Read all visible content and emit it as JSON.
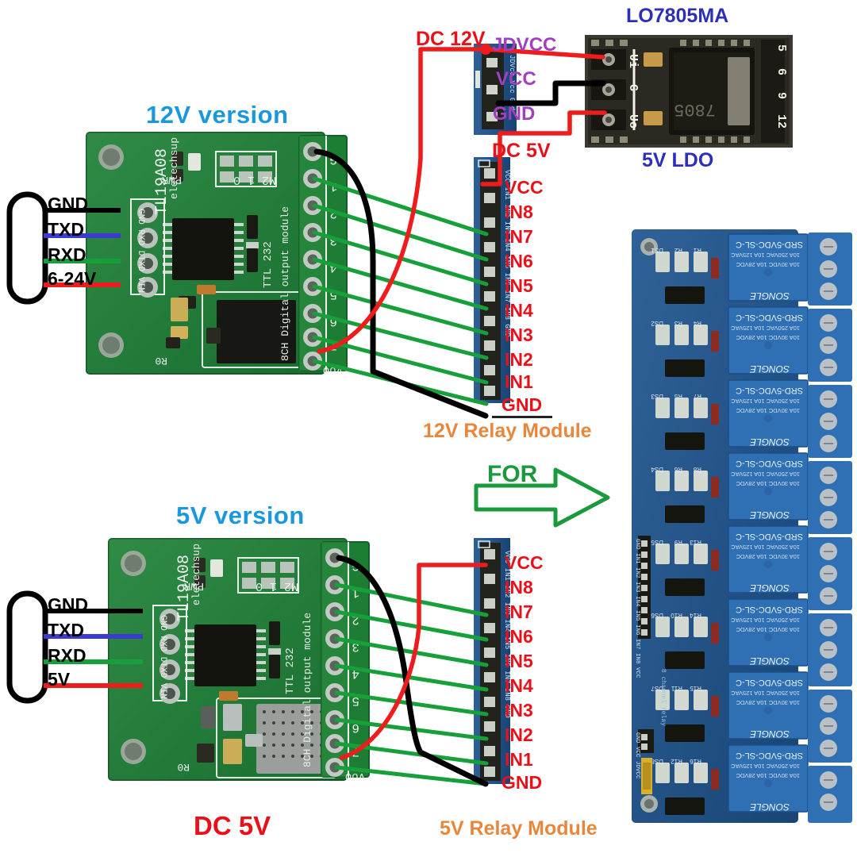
{
  "diagram": {
    "kind": "wiring-diagram",
    "subject": "TL19A08 8CH digital output module to 8 channel relay module",
    "background": "#ffffff"
  },
  "colors": {
    "title_blue": "#1b97dd",
    "title_red": "#e8111a",
    "caption_orange": "#e8873b",
    "ldo_navy": "#2c2fb8",
    "pin_red": "#e8111a",
    "pin_purple": "#a23fc0",
    "wire_red": "#ee1c1c",
    "wire_black": "#000000",
    "wire_green": "#17a03a",
    "wire_blue": "#3b3bd0",
    "arrow_green": "#1a9a3c",
    "pcb_green": "#1f7a33",
    "pcb_blue": "#1d4f85"
  },
  "top_section": {
    "version_title": "12V version",
    "power_caption": "DC 12V",
    "relay_caption": "12V Relay Module",
    "serial_pins": [
      {
        "label": "GND",
        "wire": "black"
      },
      {
        "label": "TXD",
        "wire": "blue"
      },
      {
        "label": "RXD",
        "wire": "green"
      },
      {
        "label": "6-24V",
        "wire": "red"
      }
    ]
  },
  "bottom_section": {
    "version_title": "5V version",
    "power_caption": "DC 5V",
    "relay_caption": "5V Relay Module",
    "serial_pins": [
      {
        "label": "GND",
        "wire": "black"
      },
      {
        "label": "TXD",
        "wire": "blue"
      },
      {
        "label": "RXD",
        "wire": "green"
      },
      {
        "label": "5V",
        "wire": "red"
      }
    ]
  },
  "ldo": {
    "part_number": "LO7805MA",
    "caption": "5V LDO",
    "pins": [
      "Ui",
      "G",
      "Uo"
    ],
    "voltage_marks": [
      "5",
      "6",
      "9",
      "12"
    ],
    "chip_text": "7805"
  },
  "relay_power_header": {
    "pins": [
      "JDVCC",
      "VCC",
      "GND"
    ]
  },
  "relay_signal_header": {
    "pins": [
      "VCC",
      "IN8",
      "IN7",
      "IN6",
      "IN5",
      "IN4",
      "IN3",
      "IN2",
      "IN1",
      "GND"
    ],
    "silkscreen": [
      "VCC",
      "IN1",
      "IN2",
      "IN3",
      "IN4",
      "IN5",
      "IN6",
      "IN7",
      "IN8",
      "GND"
    ]
  },
  "tl19a08_board": {
    "brand": "eletechsup",
    "model": "TL19A08",
    "led_label": "PWR",
    "jumper_label": "M2 1 0",
    "interface_label": "TTL 232",
    "module_label": "8CH Digital output module",
    "reset_label": "R0",
    "serial_silkscreen": "GND RXD DTXD VIN",
    "output_terminals": [
      "Vo0",
      "1",
      "2",
      "3",
      "4",
      "5",
      "6",
      "7",
      "G"
    ],
    "output_silk_left": "Vo0",
    "output_silk_right": "G"
  },
  "relay_board": {
    "relay_part": "SRD-5VDC-SL-C",
    "relay_brand": "SONGLE",
    "relay_rating_1": "10A 250VAC  10A 125VAC",
    "relay_rating_2": "10A 30VDC  10A 28VDC",
    "channels": 8,
    "power_header_silk": "GND VCC JDVCC"
  },
  "arrow": {
    "label": "FOR"
  }
}
